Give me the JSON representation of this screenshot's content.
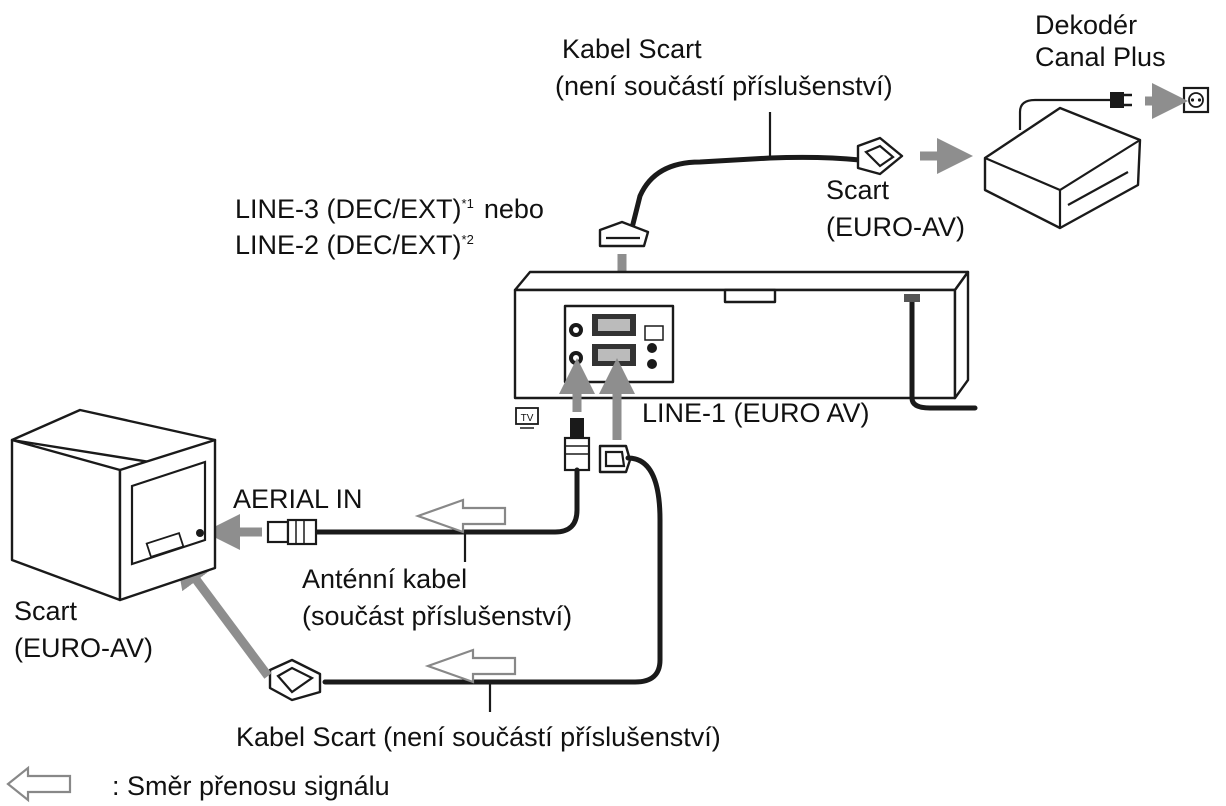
{
  "labels": {
    "decoder": [
      "Dekodér",
      "Canal Plus"
    ],
    "scart_cable_top": [
      "Kabel Scart",
      "(není součástí příslušenství)"
    ],
    "line3": "LINE-3 (DEC/EXT)",
    "line3_mark": "*1",
    "line3_or": "nebo",
    "line2": "LINE-2 (DEC/EXT)",
    "line2_mark": "*2",
    "scart_decoder": [
      "Scart",
      "(EURO-AV)"
    ],
    "line1": "LINE-1 (EURO AV)",
    "tv_icon": "TV",
    "aerial_in": "AERIAL IN",
    "aerial_cable": [
      "Anténní kabel",
      "(součást příslušenství)"
    ],
    "scart_tv": [
      "Scart",
      "(EURO-AV)"
    ],
    "scart_cable_bottom": "Kabel Scart (není součástí příslušenství)",
    "legend": ": Směr přenosu signálu"
  },
  "colors": {
    "line": "#1a1a1a",
    "arrow_grey": "#8e8e8e",
    "background": "#ffffff"
  }
}
